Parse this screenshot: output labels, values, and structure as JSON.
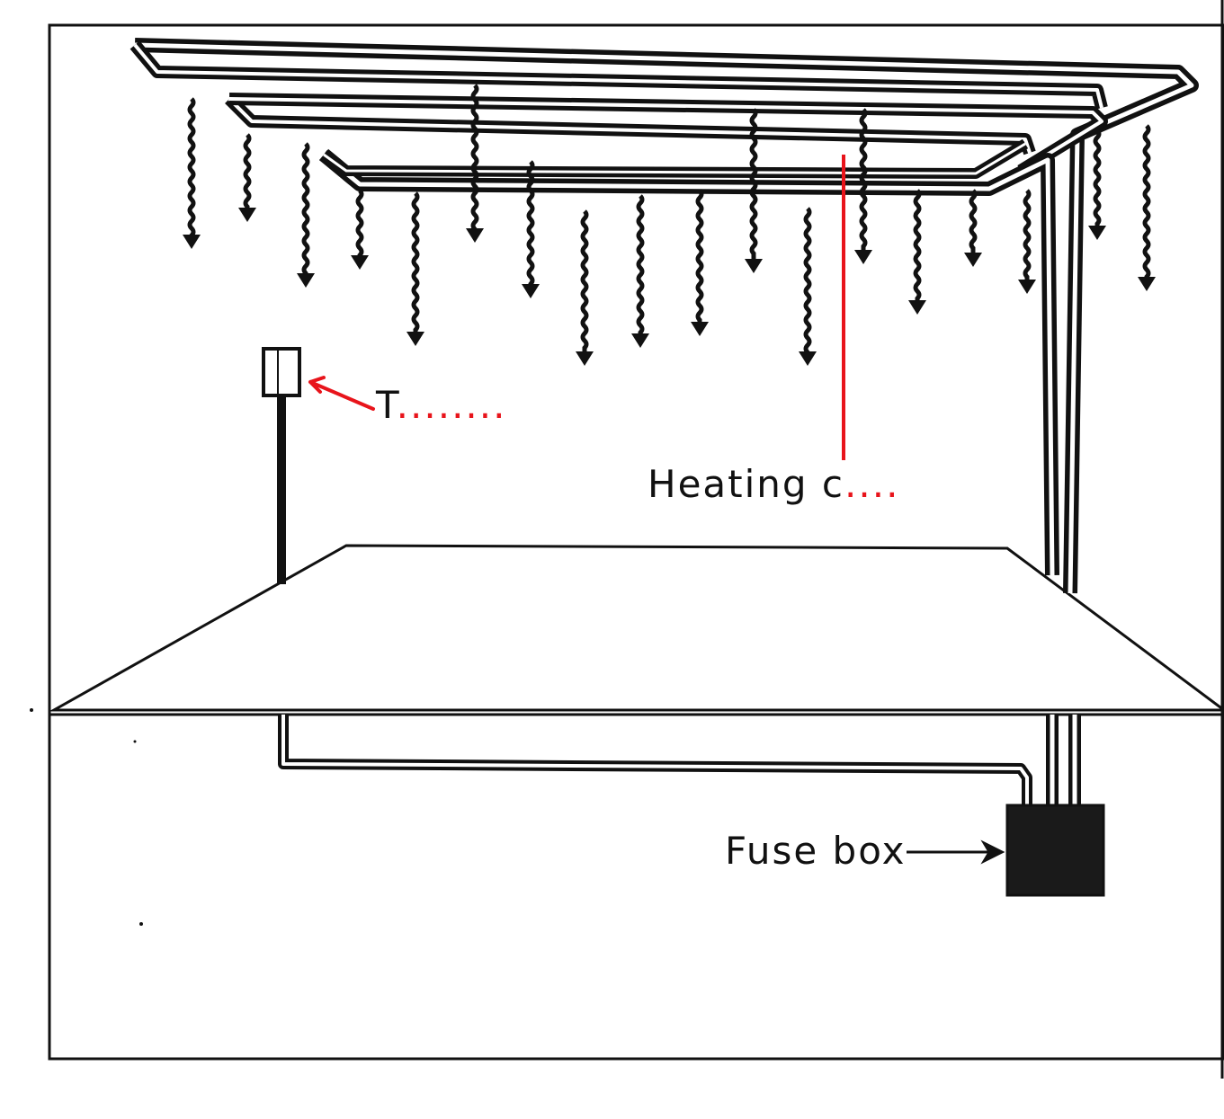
{
  "labels": {
    "thermostat": {
      "prefix": "T",
      "blank": "........"
    },
    "heating_cable": {
      "prefix": "Heating c",
      "blank": "...."
    },
    "fuse_box": {
      "text": "Fuse box"
    }
  },
  "colors": {
    "ink": "#111111",
    "annotation": "#e8141b",
    "background": "#ffffff"
  },
  "icons": [
    "heat-ray-arrow",
    "thermostat-box",
    "fuse-box",
    "pointer-arrow"
  ]
}
